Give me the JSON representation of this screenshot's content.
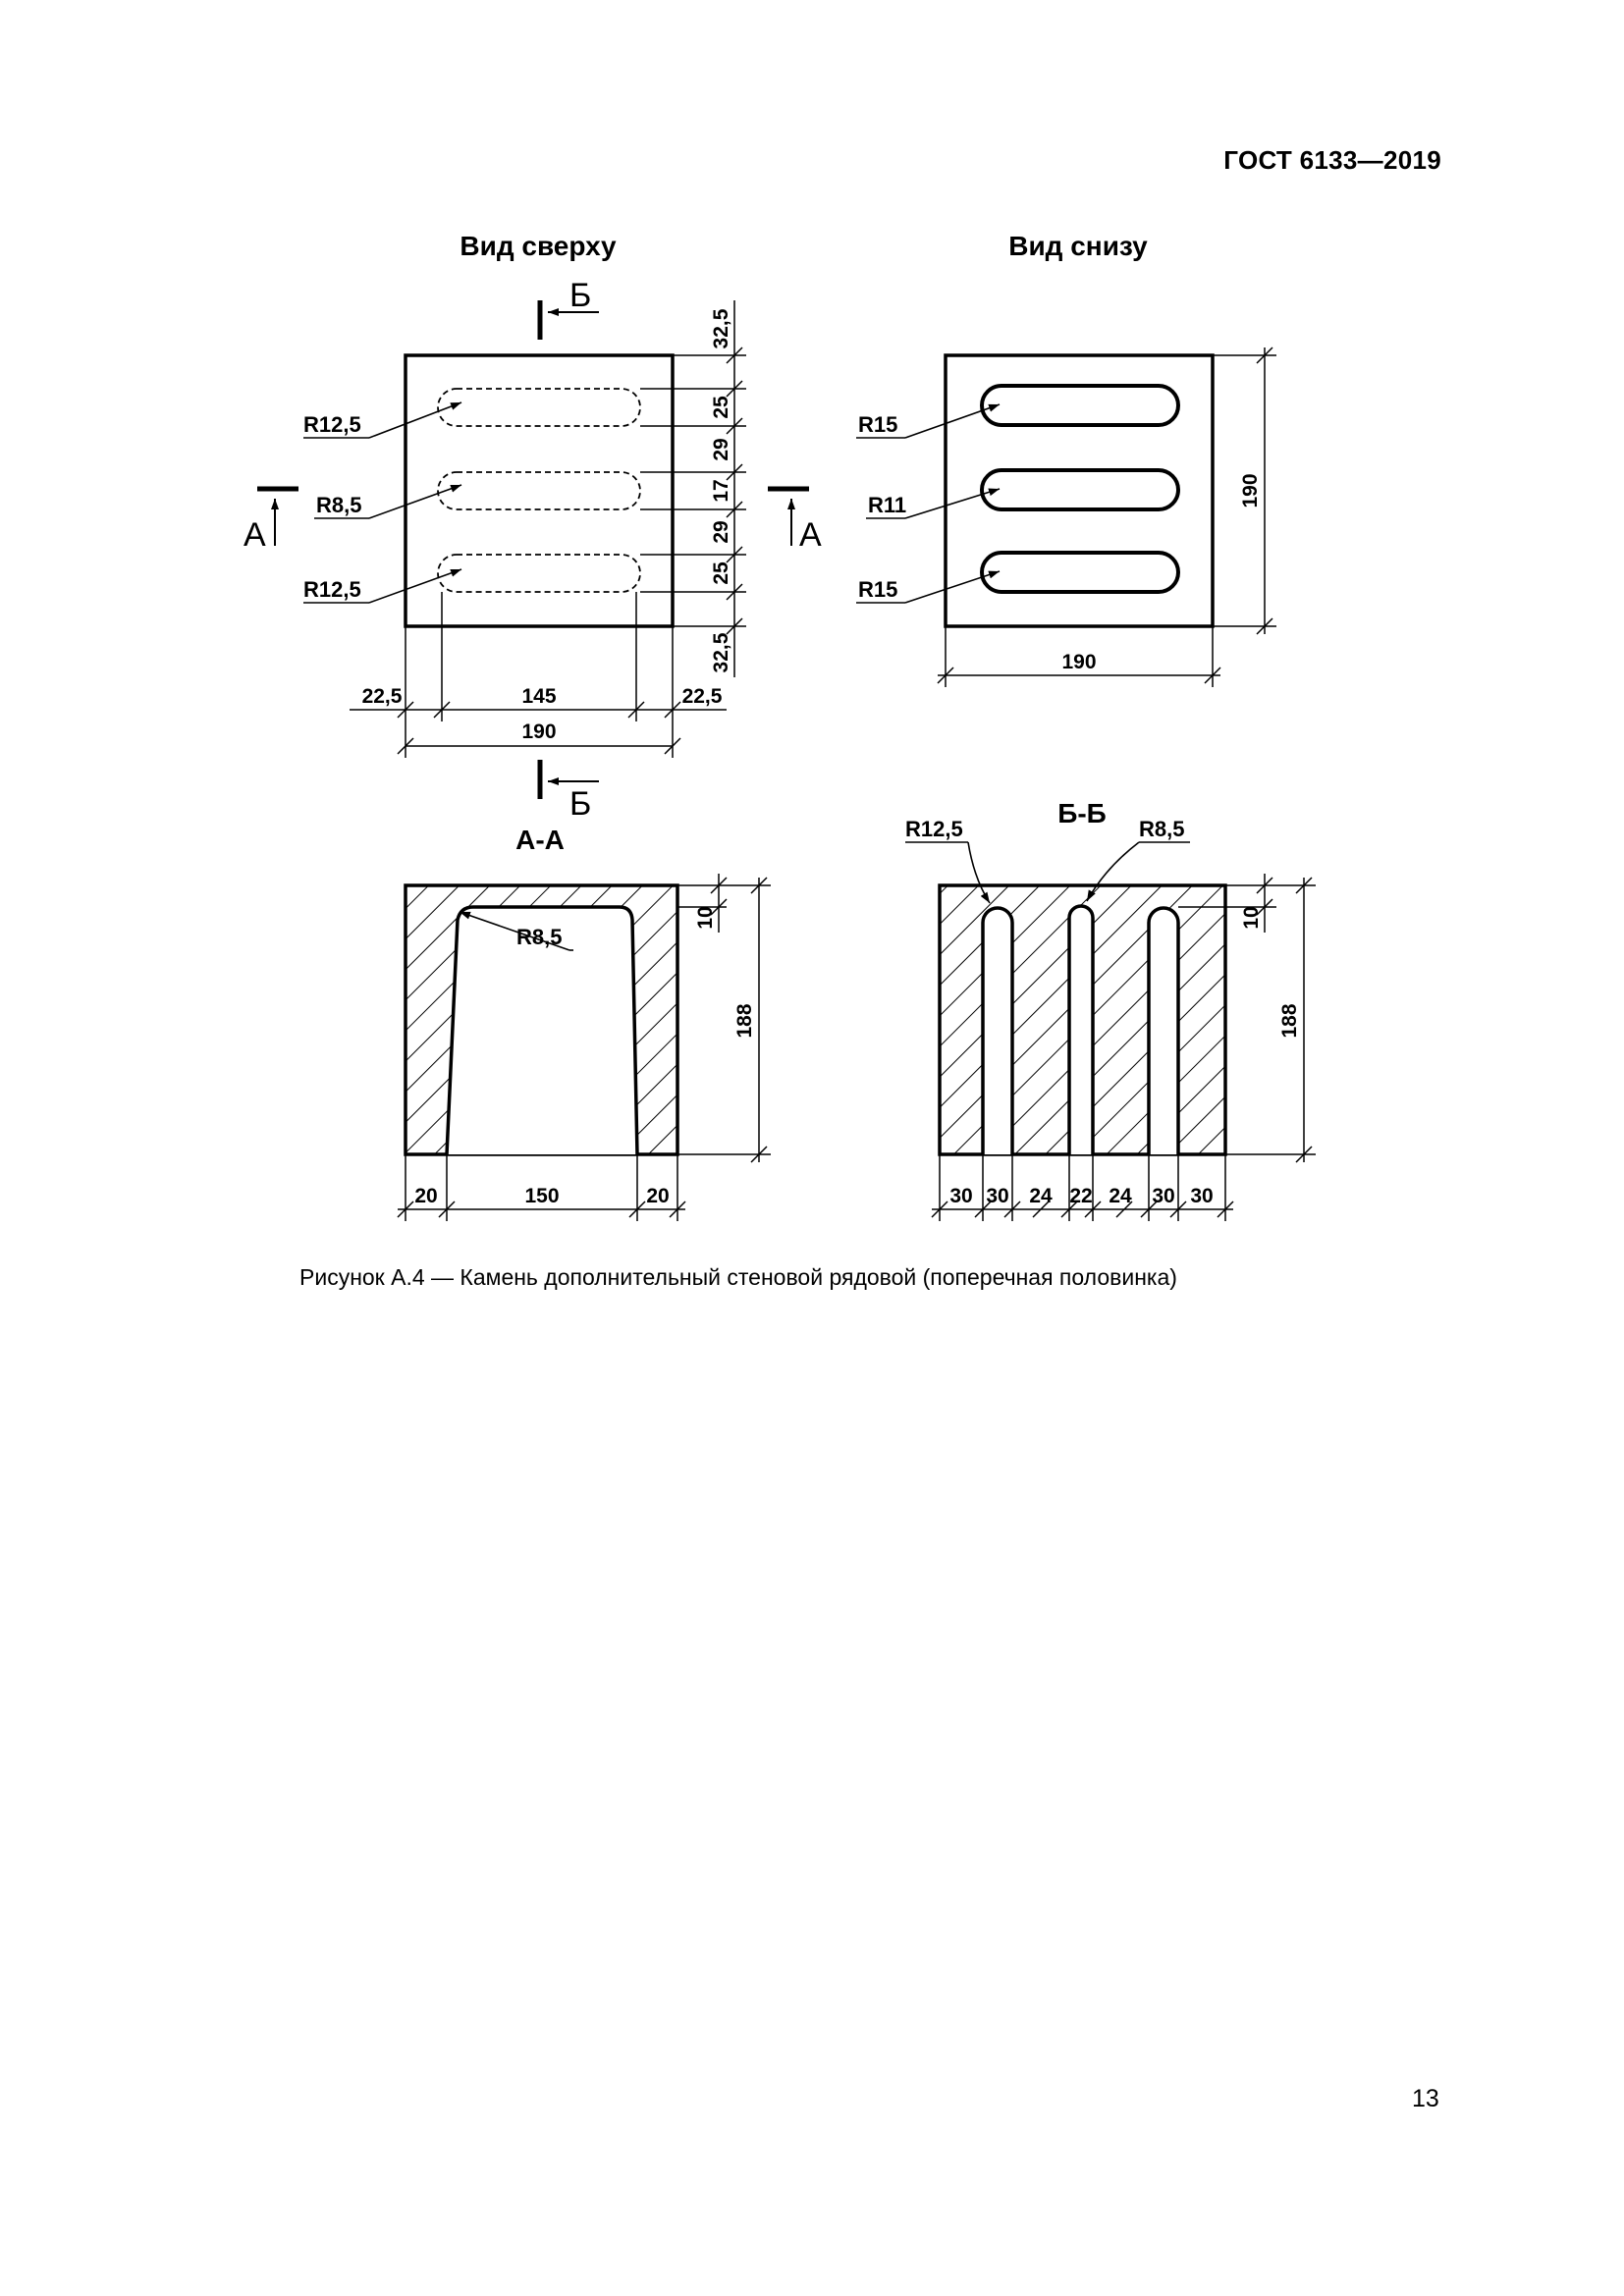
{
  "header": {
    "doc_code": "ГОСТ 6133—2019"
  },
  "views": {
    "top": {
      "title": "Вид сверху",
      "radii": [
        "R12,5",
        "R8,5",
        "R12,5"
      ],
      "vertical_dims": [
        "32,5",
        "25",
        "29",
        "17",
        "29",
        "25",
        "32,5"
      ],
      "horizontal_dims": {
        "left": "22,5",
        "middle": "145",
        "right": "22,5",
        "overall": "190"
      },
      "cut_marks": {
        "section_a": "А",
        "section_b": "Б"
      }
    },
    "bottom": {
      "title": "Вид снизу",
      "radii": [
        "R15",
        "R11",
        "R15"
      ],
      "width": "190",
      "height": "190"
    },
    "section_aa": {
      "title": "А-А",
      "radius": "R8,5",
      "top_dim": "10",
      "height": "188",
      "bottom_dims": [
        "20",
        "150",
        "20"
      ]
    },
    "section_bb": {
      "title": "Б-Б",
      "radii": [
        "R12,5",
        "R8,5"
      ],
      "top_dim": "10",
      "height": "188",
      "bottom_dims": [
        "30",
        "30",
        "24",
        "22",
        "24",
        "30",
        "30"
      ]
    }
  },
  "caption": "Рисунок А.4 — Камень дополнительный стеновой рядовой (поперечная половинка)",
  "page_number": "13"
}
